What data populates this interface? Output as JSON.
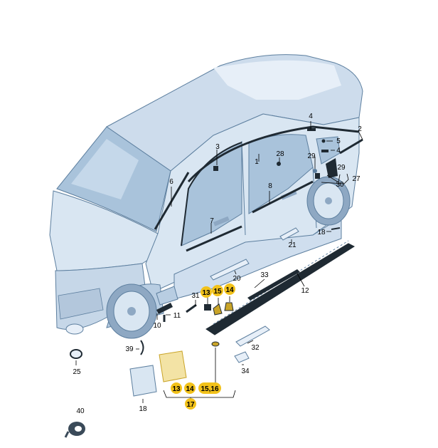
{
  "callouts": {
    "c1": "1",
    "c2": "2",
    "c3": "3",
    "c4a": "4",
    "c4b": "4",
    "c5": "5",
    "c6": "6",
    "c7": "7",
    "c8": "8",
    "c10": "10",
    "c11": "11",
    "c12": "12",
    "c18a": "18",
    "c18b": "18",
    "c20": "20",
    "c21": "21",
    "c25": "25",
    "c27": "27",
    "c28": "28",
    "c29a": "29",
    "c29b": "29",
    "c30": "30",
    "c31": "31",
    "c32": "32",
    "c33": "33",
    "c34": "34",
    "c39": "39",
    "c40": "40"
  },
  "highlighted": {
    "h13": "13",
    "h15": "15",
    "h14": "14",
    "k13": "13",
    "k14": "14",
    "k1516": "15,16",
    "k17": "17"
  },
  "colors": {
    "body": "#d9e6f2",
    "body_dark": "#b8cde2",
    "glass": "#a9c3db",
    "line": "#5d7f9f",
    "trim": "#1f2a33",
    "highlight": "#f2c21a",
    "bag": "#f3e3a5"
  }
}
